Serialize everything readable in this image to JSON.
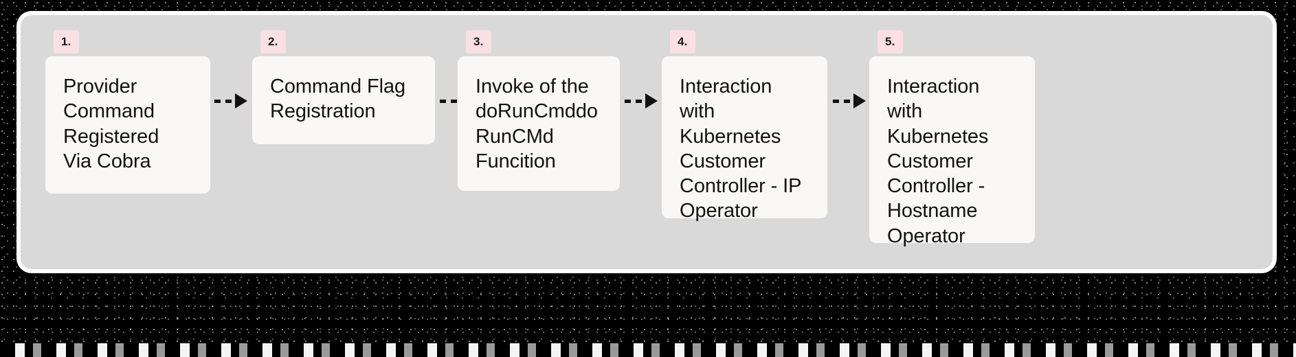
{
  "diagram": {
    "type": "horizontal-flowchart",
    "panel_background": "#d9d9d9",
    "card_background": "#f9f8f6",
    "badge_background": "#fadfe3",
    "arrow_color": "#111111",
    "arrow_style": "dashed-with-solid-arrowhead",
    "steps": [
      {
        "number": "1.",
        "label": "Provider Command Registered Via Cobra"
      },
      {
        "number": "2.",
        "label": "Command Flag Registration"
      },
      {
        "number": "3.",
        "label": "Invoke of the doRunCmddoRunCMd Funcition"
      },
      {
        "number": "4.",
        "label": "Interaction with Kubernetes Customer Controller - IP Operator"
      },
      {
        "number": "5.",
        "label": "Interaction with Kubernetes Customer Controller - Hostname Operator"
      }
    ],
    "connectors": [
      {
        "from": "1.",
        "to": "2."
      },
      {
        "from": "2.",
        "to": "3."
      },
      {
        "from": "3.",
        "to": "4."
      },
      {
        "from": "4.",
        "to": "5."
      }
    ]
  }
}
